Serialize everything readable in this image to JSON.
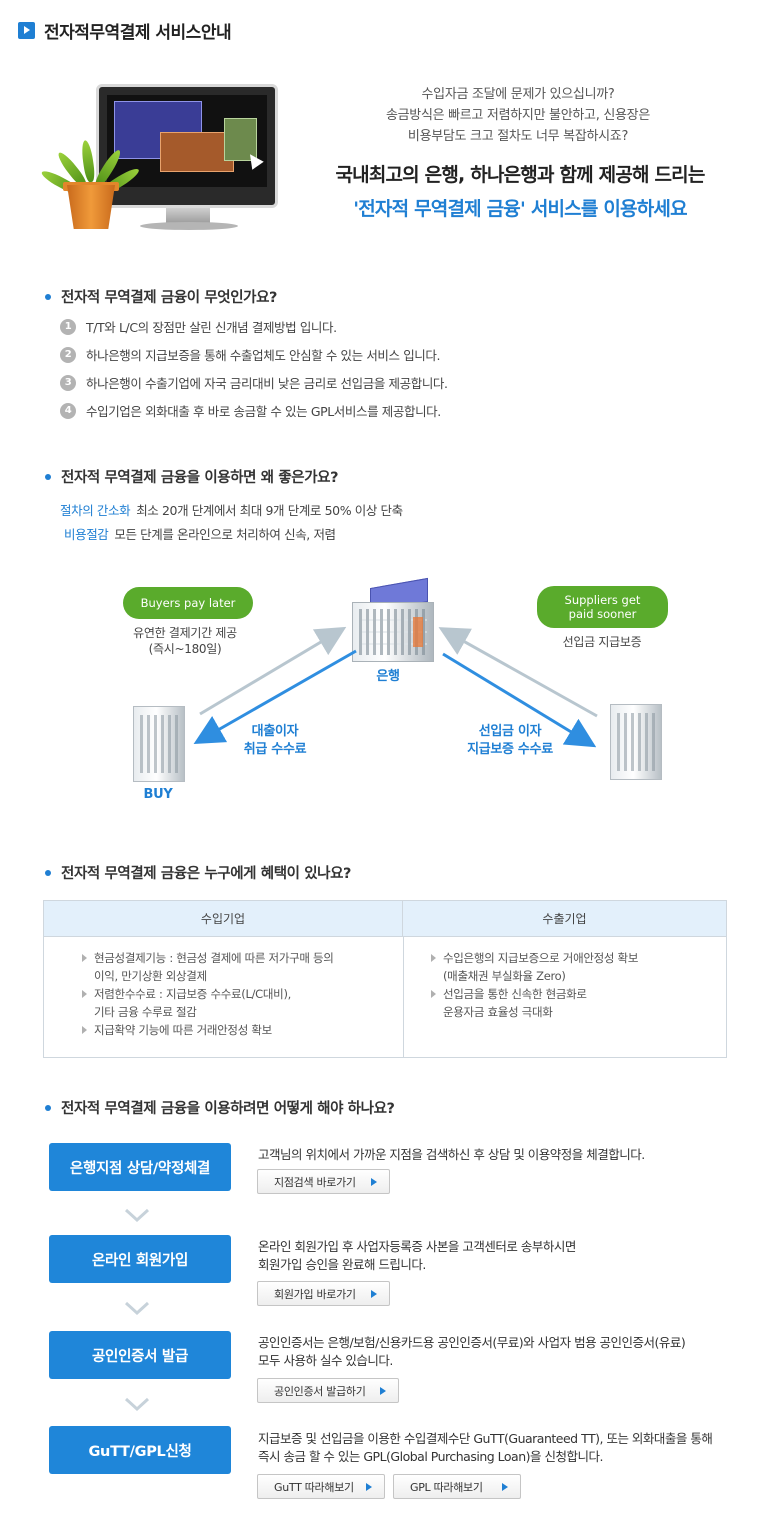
{
  "page_title": "전자적무역결제 서비스안내",
  "hero": {
    "question_lines": [
      "수입자금 조달에 문제가 있으십니까?",
      "송금방식은 빠르고 저렴하지만 불안하고, 신용장은",
      "비용부담도 크고 절차도 너무 복잡하시죠?"
    ],
    "headline": "국내최고의 은행, 하나은행과 함께 제공해 드리는",
    "headline_blue": "'전자적 무역결제 금융' 서비스를 이용하세요"
  },
  "section1": {
    "title": "전자적 무역결제 금융이 무엇인가요?",
    "items": [
      {
        "num": "1",
        "text": "T/T와 L/C의 장점만 살린 신개념 결제방법 입니다."
      },
      {
        "num": "2",
        "text": "하나은행의 지급보증을 통해 수출업체도 안심할 수 있는 서비스 입니다."
      },
      {
        "num": "3",
        "text": "하나은행이 수출기업에 자국 금리대비 낮은 금리로 선입금을 제공합니다."
      },
      {
        "num": "4",
        "text": "수입기업은 외화대출 후 바로 송금할 수 있는 GPL서비스를 제공합니다."
      }
    ]
  },
  "section2": {
    "title": "전자적 무역결제 금융을 이용하면 왜 좋은가요?",
    "benefits": [
      {
        "key": "절차의 간소화",
        "text": "최소 20개 단계에서 최대 9개 단계로 50% 이상 단축"
      },
      {
        "key": "비용절감",
        "text": "모든 단계를 온라인으로 처리하여 신속, 저렴"
      }
    ]
  },
  "diagram": {
    "buyers_pill": "Buyers pay later",
    "buyers_caption": [
      "유연한 결제기간 제공",
      "(즉시~180일)"
    ],
    "suppliers_pill": [
      "Suppliers get",
      "paid sooner"
    ],
    "suppliers_caption": "선입금 지급보증",
    "bank_label": "은행",
    "buy_label": "BUY",
    "left_arrow_label": [
      "대출이자",
      "취급 수수료"
    ],
    "right_arrow_label": [
      "선입금 이자",
      "지급보증 수수료"
    ],
    "colors": {
      "pill": "#5aab2c",
      "accent": "#1f7fd3",
      "arrow_gray": "#b8c6cf"
    }
  },
  "section3": {
    "title": "전자적 무역결제 금융은 누구에게 혜택이 있나요?",
    "headers": [
      "수입기업",
      "수출기업"
    ],
    "importer": [
      [
        "현금성결제기능 : 현금성 결제에 따른 저가구매 등의",
        "이익, 만기상환 외상결제"
      ],
      [
        "저렴한수수료 : 지급보증 수수료(L/C대비),",
        "기타 금융 수루료 절감"
      ],
      [
        "지급확약 기능에 따른 거래안정성 확보"
      ]
    ],
    "exporter": [
      [
        "수입은행의 지급보증으로 거애안정성 확보",
        "(매출채권 부실화율 Zero)"
      ],
      [
        "선입금을 통한 신속한 현금화로",
        "운용자금 효율성 극대화"
      ]
    ]
  },
  "section4": {
    "title": "전자적 무역결제 금융을 이용하려면 어떻게 해야 하나요?",
    "steps": [
      {
        "label": "은행지점 상담/약정체결",
        "desc": [
          "고객님의 위치에서 가까운 지점을 검색하신 후 상담 및 이용약정을 체결합니다."
        ],
        "links": [
          "지점검색 바로가기"
        ]
      },
      {
        "label": "온라인 회원가입",
        "desc": [
          "온라인 회원가입 후 사업자등록증 사본을 고객센터로 송부하시면",
          "회원가입 승인을 완료해 드립니다."
        ],
        "links": [
          "회원가입 바로가기"
        ]
      },
      {
        "label": "공인인증서 발급",
        "desc": [
          "공인인증서는 은행/보험/신용카드용 공인인증서(무료)와 사업자 범용 공인인증서(유료)",
          "모두 사용하 실수 있습니다."
        ],
        "links": [
          "공인인증서 발급하기"
        ]
      },
      {
        "label": "GuTT/GPL신청",
        "desc": [
          "지급보증 및 선입금을 이용한 수입결제수단 GuTT(Guaranteed TT), 또는 외화대출을 통해",
          "즉시 송금 할 수 있는 GPL(Global Purchasing Loan)을 신청합니다."
        ],
        "links": [
          "GuTT 따라해보기",
          "GPL 따라해보기"
        ]
      }
    ]
  }
}
